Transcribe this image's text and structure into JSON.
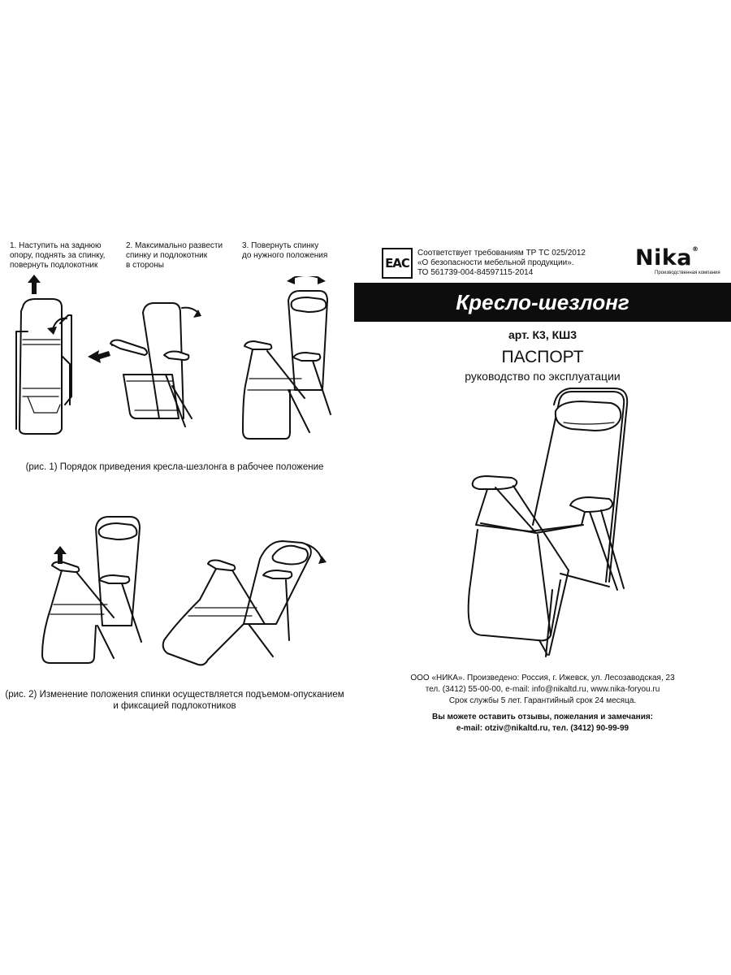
{
  "left": {
    "steps": [
      {
        "text": "1. Наступить на заднюю\nопору, поднять за спинку,\nповернуть подлокотник"
      },
      {
        "text": "2. Максимально развести\nспинку и подлокотник\nв стороны"
      },
      {
        "text": "3. Повернуть спинку\nдо нужного положения"
      }
    ],
    "caption1": "(рис. 1) Порядок приведения кресла-шезлонга в рабочее положение",
    "caption2": "(рис. 2) Изменение положения спинки осуществляется подъемом-опусканием\nи фиксацией подлокотников"
  },
  "right": {
    "eac_mark": "EAC",
    "certification": "Соответствует требованиям ТР ТС 025/2012\n«О безопасности мебельной продукции».\nТО 561739-004-84597115-2014",
    "brand_name": "Nika",
    "brand_registered": "®",
    "brand_tagline": "Производственная компания",
    "product_title": "Кресло-шезлонг",
    "article": "арт. К3, КШ3",
    "passport_label": "ПАСПОРТ",
    "manual_label": "руководство по эксплуатации",
    "company_info": "ООО «НИКА». Произведено: Россия, г. Ижевск, ул. Лесозаводская, 23\nтел. (3412) 55-00-00, e-mail: info@nikaltd.ru, www.nika-foryou.ru\nСрок службы 5 лет. Гарантийный срок 24 месяца.",
    "feedback": "Вы можете оставить отзывы, пожелания и замечания:\ne-mail: otziv@nikaltd.ru, тел. (3412) 90-99-99"
  }
}
